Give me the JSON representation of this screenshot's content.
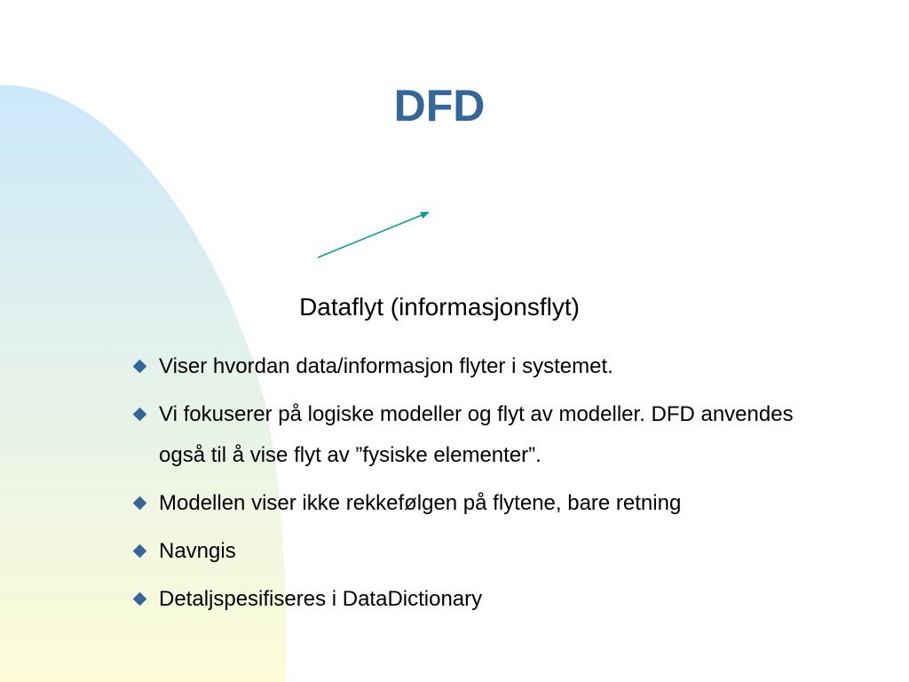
{
  "slide": {
    "title": "DFD",
    "subtitle": "Dataflyt (informasjonsflyt)",
    "bullets": [
      "Viser hvordan data/informasjon flyter i systemet.",
      "Vi fokuserer på logiske modeller og flyt av modeller.  DFD anvendes også til å vise flyt av ”fysiske elementer”.",
      "Modellen viser ikke rekkefølgen på flytene, bare retning",
      "Navngis",
      "Detaljspesifiseres i DataDictionary"
    ]
  },
  "colors": {
    "title": "#336699",
    "bullet": "#336699",
    "arrow": "#009999",
    "gradient_top": "#cce8fb",
    "gradient_bottom": "#fefcd8"
  },
  "icons": {
    "bullet": "diamond-bullet-icon",
    "arrow": "arrow-icon"
  }
}
